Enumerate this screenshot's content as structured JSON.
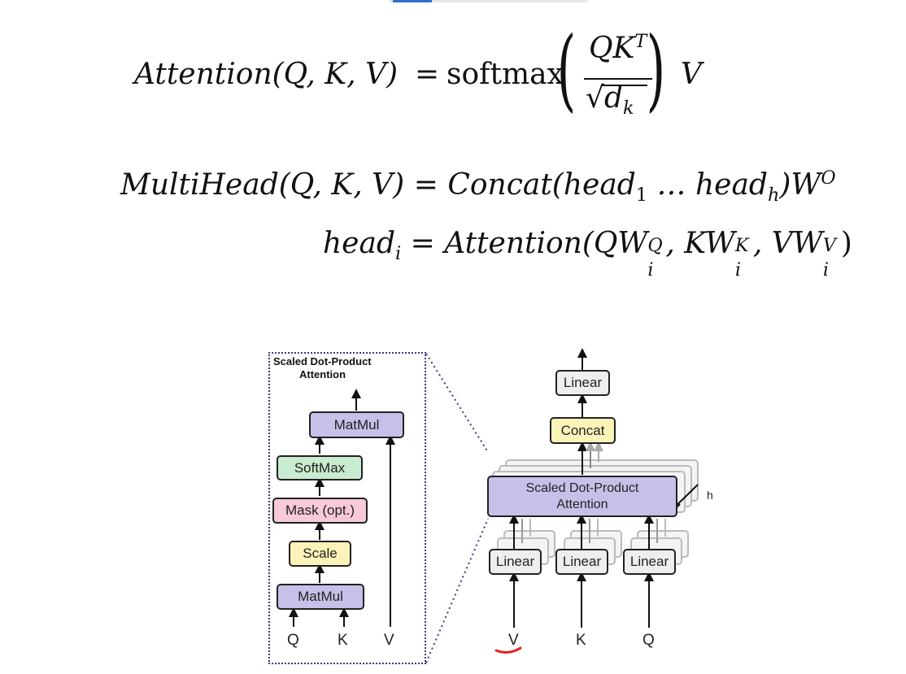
{
  "formulas": {
    "attention": {
      "lhs": "Attention(Q, K, V)",
      "eq": "=",
      "softmax": "softmax",
      "num": "QK",
      "num_sup": "T",
      "den_radicand": "d",
      "den_sub": "k",
      "rhs_v": "V"
    },
    "multihead": {
      "lhs": "MultiHead(Q, K, V)",
      "eq": "=",
      "rhs_pre": "Concat(head",
      "sub1": "1",
      "mid": " … head",
      "subh": "h",
      "rhs_post": ")W",
      "sup_o": "O"
    },
    "head": {
      "lhs": "head",
      "lhs_sub": "i",
      "eq": "=",
      "fn": "Attention(QW",
      "wq_sub": "i",
      "wq_sup": "Q",
      "kw": ", KW",
      "wk_sub": "i",
      "wk_sup": "K",
      "vw": ", VW",
      "wv_sub": "i",
      "wv_sup": "V",
      "close": ")"
    }
  },
  "sdpa": {
    "title_line1": "Scaled Dot-Product",
    "title_line2": "Attention",
    "blocks": {
      "matmul_top": "MatMul",
      "softmax": "SoftMax",
      "mask": "Mask (opt.)",
      "scale": "Scale",
      "matmul_bottom": "MatMul"
    },
    "inputs": {
      "q": "Q",
      "k": "K",
      "v": "V"
    }
  },
  "mha": {
    "linear_out": "Linear",
    "concat": "Concat",
    "sdpa_line1": "Scaled Dot-Product",
    "sdpa_line2": "Attention",
    "h_label": "h",
    "linear_v": "Linear",
    "linear_k": "Linear",
    "linear_q": "Linear",
    "inputs": {
      "v": "V",
      "k": "K",
      "q": "Q"
    }
  },
  "colors": {
    "purple": "#c8c0e8",
    "green": "#c9ebcf",
    "pink": "#f7c9d9",
    "yellow": "#fbf3b8",
    "gray": "#eeeeee",
    "dash": "#3a3a80",
    "annotation_red": "#e02020",
    "accent_blue": "#2f6fc8"
  }
}
